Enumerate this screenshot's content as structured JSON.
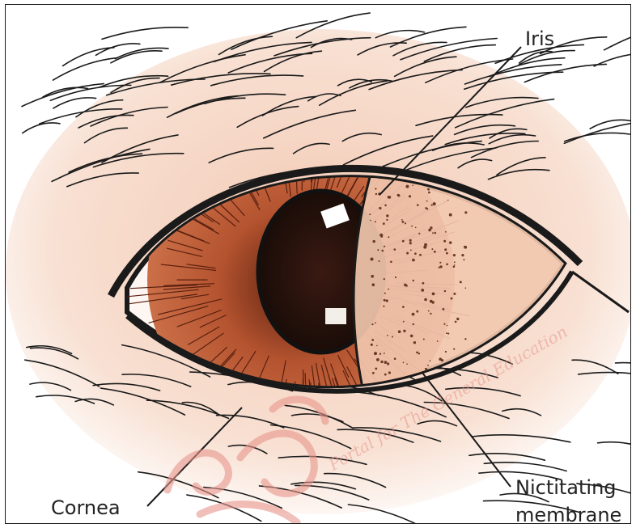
{
  "labels": {
    "iris": "Iris",
    "cornea": "Cornea",
    "nictitating_line1": "Nictitating",
    "nictitating_line2": "membrane"
  },
  "watermark": {
    "text": "Portal for The General Education"
  },
  "colors": {
    "iris": "#c8643f",
    "iris_dark": "#7a2f18",
    "skin": "#f6dccb",
    "membrane": "#f1c6ad",
    "ink": "#1a1a1a",
    "watermark": "#e8968c"
  }
}
